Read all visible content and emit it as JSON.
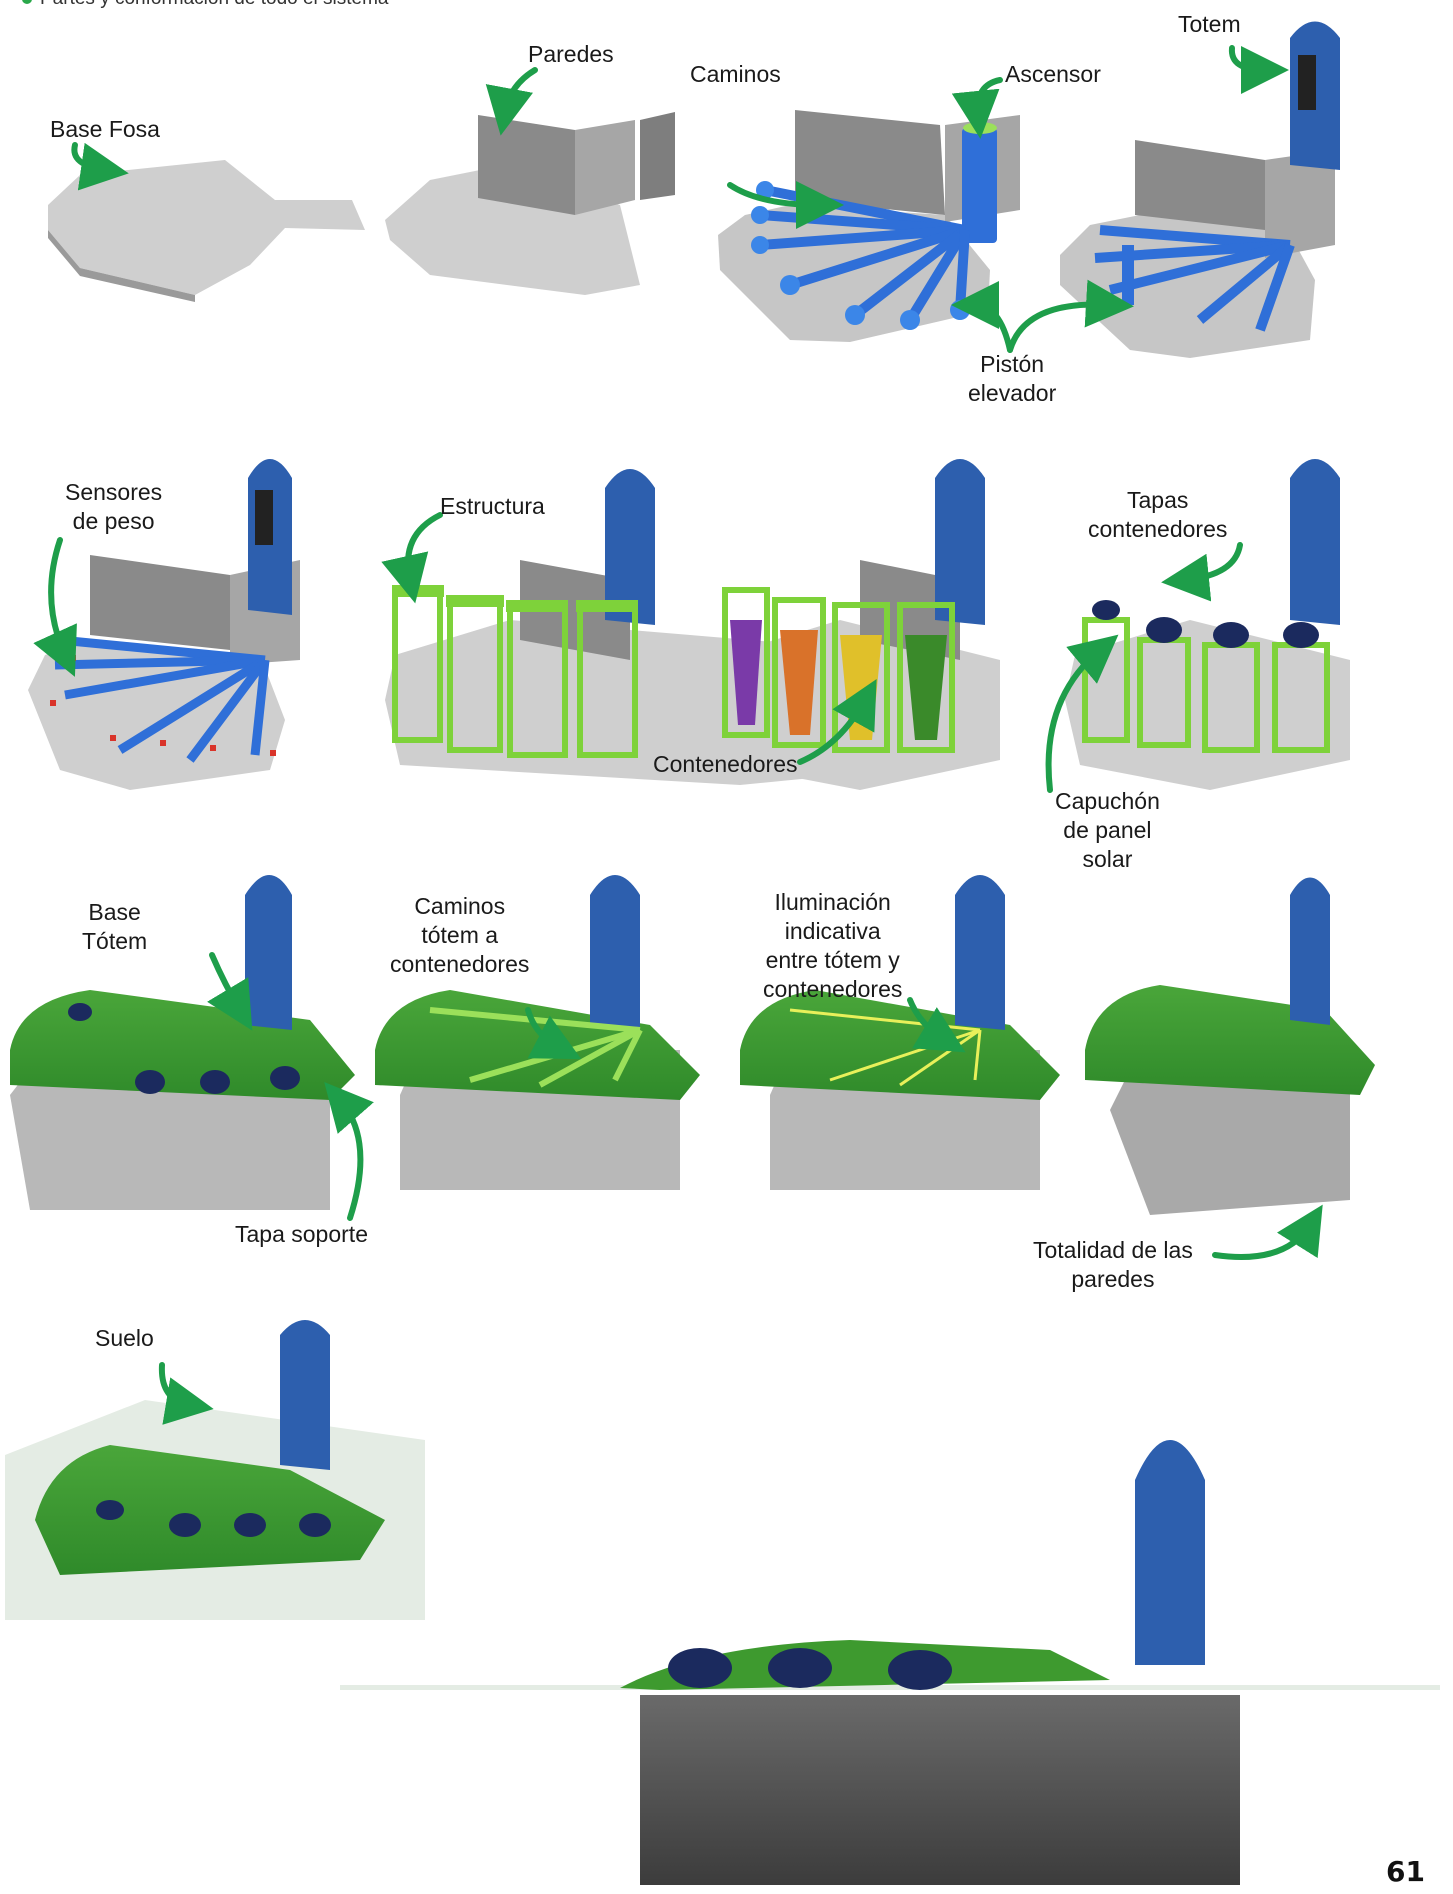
{
  "header": {
    "text": "Partes y conformación de todo el sistema"
  },
  "labels": {
    "base_fosa": "Base Fosa",
    "paredes": "Paredes",
    "caminos": "Caminos",
    "ascensor": "Ascensor",
    "totem": "Totem",
    "piston_1": "Pistón",
    "piston_2": "elevador",
    "sensores_1": "Sensores",
    "sensores_2": "de peso",
    "estructura": "Estructura",
    "tapas_1": "Tapas",
    "tapas_2": "contenedores",
    "contenedores": "Contenedores",
    "capuchon_1": "Capuchón",
    "capuchon_2": "de panel",
    "capuchon_3": "solar",
    "base_totem_1": "Base",
    "base_totem_2": "Tótem",
    "caminos_totem_1": "Caminos",
    "caminos_totem_2": "tótem a",
    "caminos_totem_3": "contenedores",
    "iluminacion_1": "Iluminación",
    "iluminacion_2": "indicativa",
    "iluminacion_3": "entre tótem y",
    "iluminacion_4": "contenedores",
    "tapa_soporte": "Tapa soporte",
    "paredes_total_1": "Totalidad de las",
    "paredes_total_2": "paredes",
    "suelo": "Suelo"
  },
  "page_number": "61",
  "colors": {
    "arrow": "#1e9e4a",
    "pit_gray": "#c2c2c2",
    "wall_gray": "#8f8f8f",
    "path_blue": "#2f6fd8",
    "frame_green": "#7ed23a",
    "lid_navy": "#1b2a5e",
    "top_green": "#3e9a2f",
    "totem_blue": "#2d5fae"
  }
}
